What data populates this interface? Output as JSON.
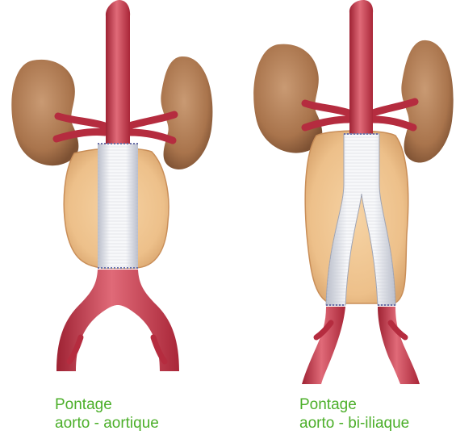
{
  "captions": {
    "left": {
      "line1": "Pontage",
      "line2": "aorto - aortique"
    },
    "right": {
      "line1": "Pontage",
      "line2": "aorto - bi-iliaque"
    }
  },
  "colors": {
    "caption_text": "#4caf2a",
    "artery": "#c8374a",
    "artery_highlight": "#e06a78",
    "kidney": "#a9744c",
    "kidney_light": "#c99a73",
    "aneurysm_sac": "#edc08a",
    "aneurysm_edge": "#c98e58",
    "graft": "#eef0f3",
    "graft_edge": "#6a6fa8"
  },
  "icons": {
    "left_figure": "aorto-aortic-bypass-diagram",
    "right_figure": "aorto-bi-iliac-bypass-diagram"
  }
}
